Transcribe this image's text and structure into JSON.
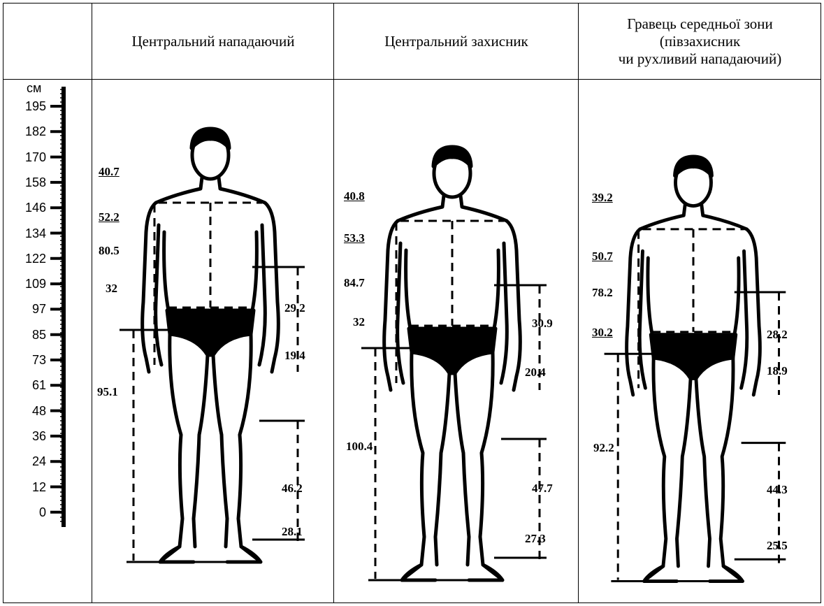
{
  "headers": {
    "col1": "Центральний нападаючий",
    "col2": "Центральний захисник",
    "col3_lines": [
      "Гравець середньої зони",
      "(півзахисник",
      "чи рухливий нападаючий)"
    ]
  },
  "scale": {
    "unit": "см",
    "ticks": [
      "195",
      "182",
      "170",
      "158",
      "146",
      "134",
      "122",
      "109",
      "97",
      "85",
      "73",
      "61",
      "48",
      "36",
      "24",
      "12",
      "0"
    ]
  },
  "players": [
    {
      "shoulders": "40.7",
      "chest": "52.2",
      "trunk": "80.5",
      "waist": "32",
      "upper_arm": "29.2",
      "forearm": "19.4",
      "leg": "95.1",
      "shin": "46.2",
      "foot": "28.1"
    },
    {
      "shoulders": "40.8",
      "chest": "53.3",
      "trunk": "84.7",
      "waist": "32",
      "upper_arm": "30.9",
      "forearm": "20.4",
      "leg": "100.4",
      "shin": "47.7",
      "foot": "27.3"
    },
    {
      "shoulders": "39.2",
      "chest": "50.7",
      "trunk": "78.2",
      "waist": "30.2",
      "upper_arm": "28.2",
      "forearm": "18.9",
      "leg": "92.2",
      "shin": "44.3",
      "foot": "25.5"
    }
  ]
}
